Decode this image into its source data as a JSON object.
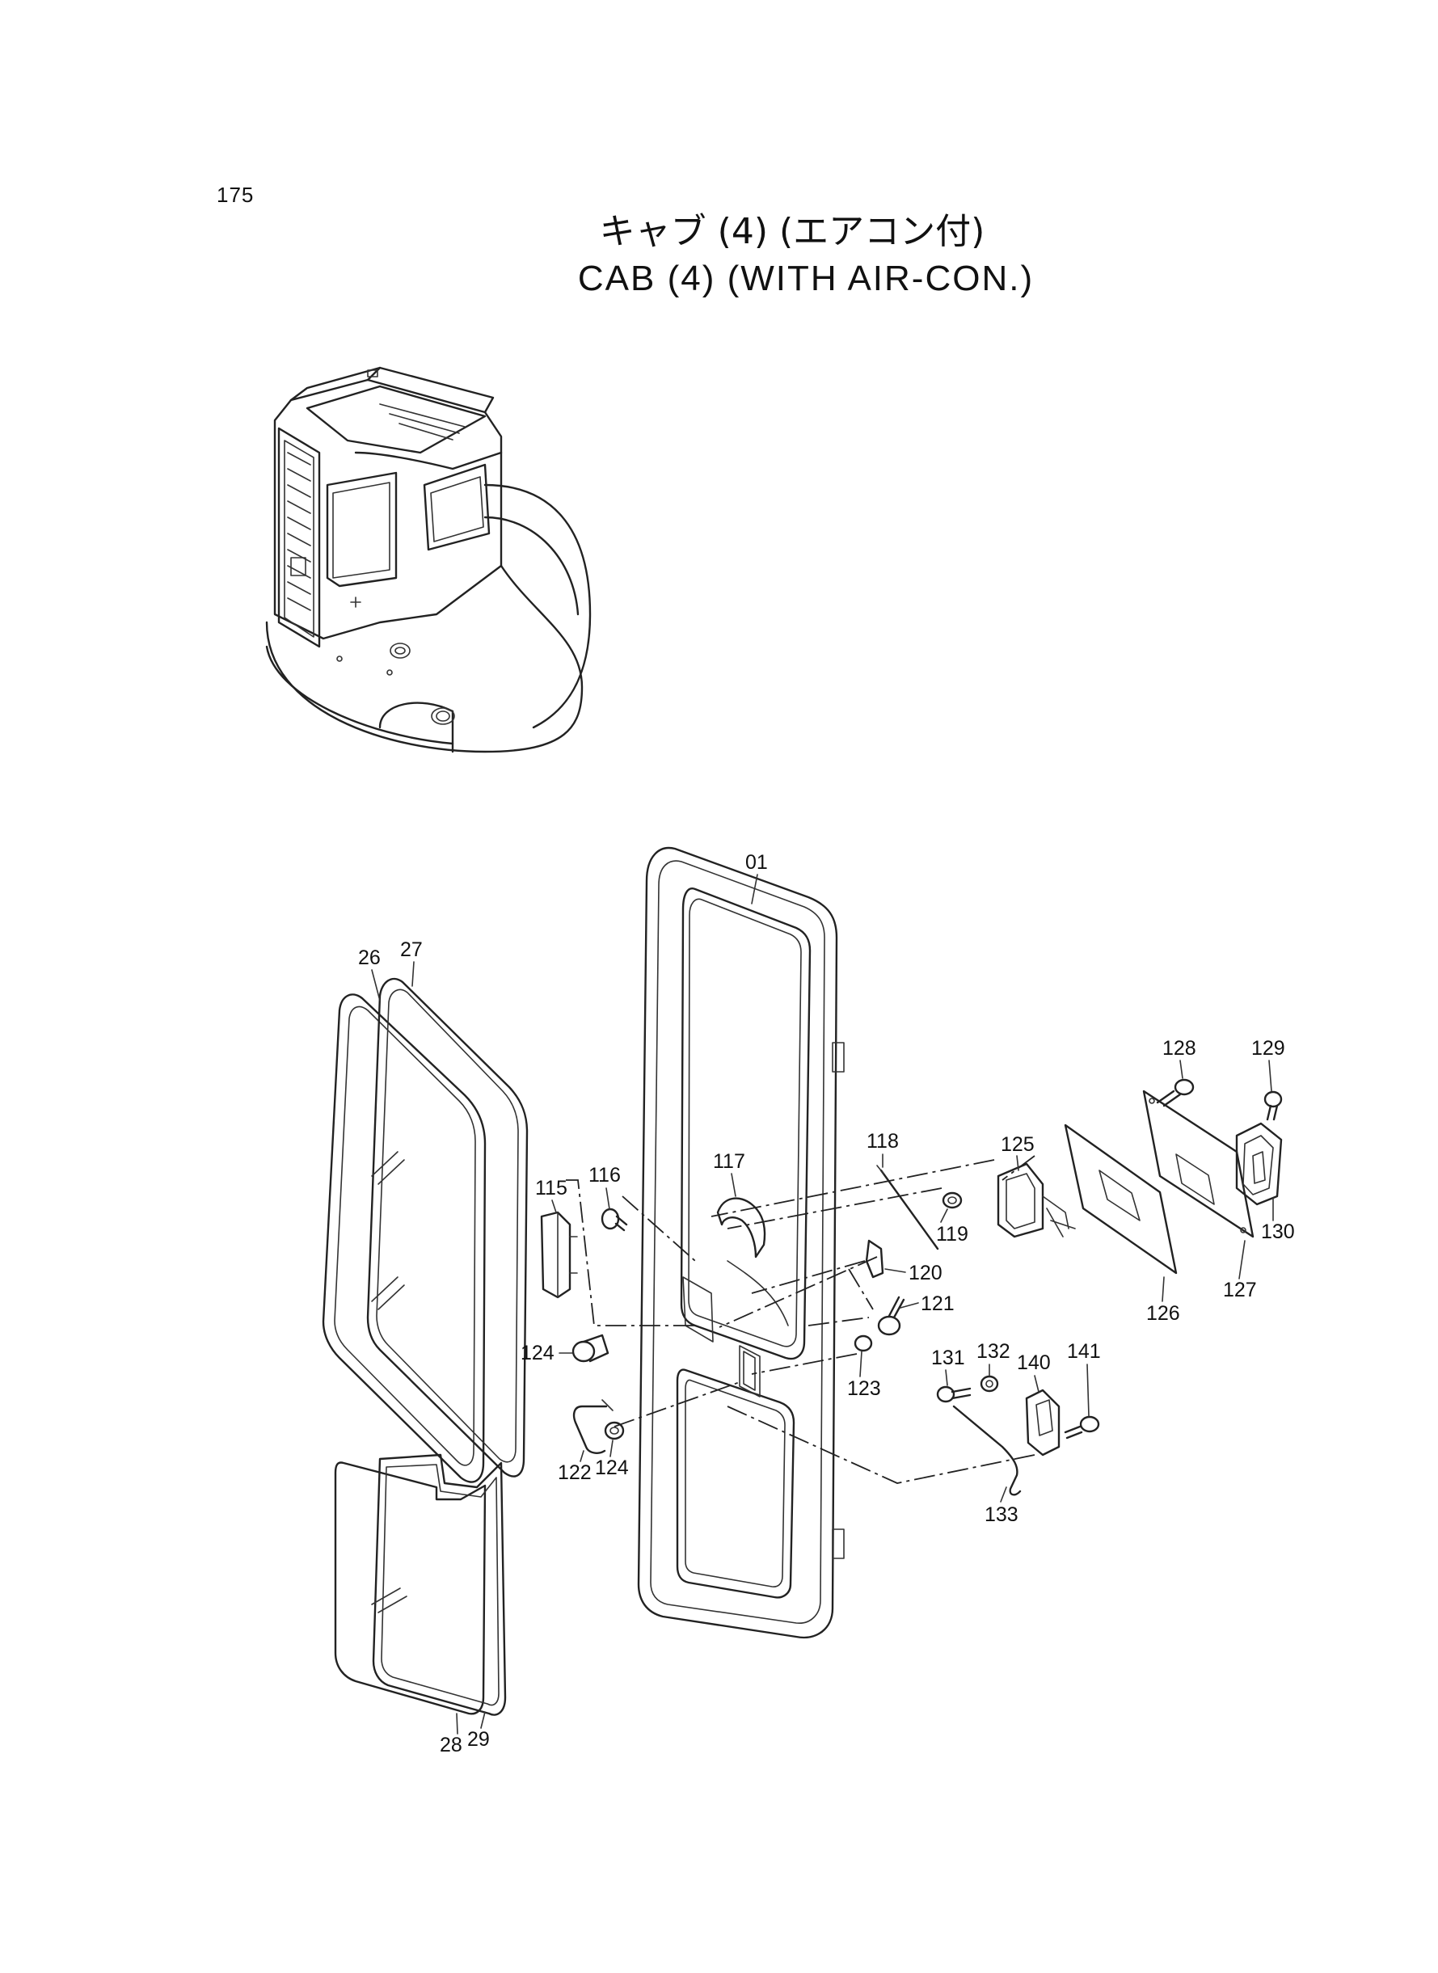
{
  "page": {
    "number": "175",
    "title_ja": "キャブ  (4) (エアコン付)",
    "title_en": "CAB  (4) (WITH AIR-CON.)"
  },
  "labels": [
    {
      "id": "01",
      "text": "01"
    },
    {
      "id": "26",
      "text": "26"
    },
    {
      "id": "27",
      "text": "27"
    },
    {
      "id": "28",
      "text": "28"
    },
    {
      "id": "29",
      "text": "29"
    },
    {
      "id": "115",
      "text": "115"
    },
    {
      "id": "116",
      "text": "116"
    },
    {
      "id": "117",
      "text": "117"
    },
    {
      "id": "118",
      "text": "118"
    },
    {
      "id": "119",
      "text": "119"
    },
    {
      "id": "120",
      "text": "120"
    },
    {
      "id": "121",
      "text": "121"
    },
    {
      "id": "122",
      "text": "122"
    },
    {
      "id": "123",
      "text": "123"
    },
    {
      "id": "124a",
      "text": "124"
    },
    {
      "id": "124b",
      "text": "124"
    },
    {
      "id": "125",
      "text": "125"
    },
    {
      "id": "126",
      "text": "126"
    },
    {
      "id": "127",
      "text": "127"
    },
    {
      "id": "128",
      "text": "128"
    },
    {
      "id": "129",
      "text": "129"
    },
    {
      "id": "130",
      "text": "130"
    },
    {
      "id": "131",
      "text": "131"
    },
    {
      "id": "132",
      "text": "132"
    },
    {
      "id": "133",
      "text": "133"
    },
    {
      "id": "140",
      "text": "140"
    },
    {
      "id": "141",
      "text": "141"
    }
  ]
}
